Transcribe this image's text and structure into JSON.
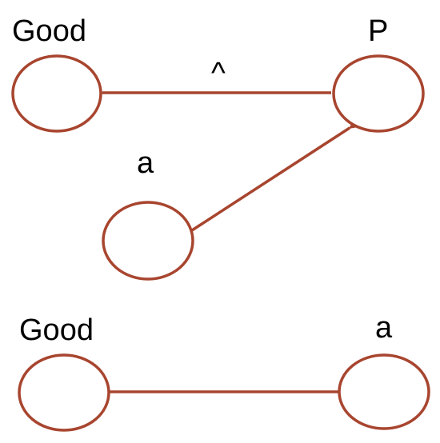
{
  "diagram": {
    "stroke_color": "#a8452f",
    "labels": {
      "good_top": "Good",
      "p": "P",
      "caret": "^",
      "a_middle": "a",
      "good_bottom": "Good",
      "a_bottom": "a"
    },
    "nodes": [
      {
        "id": "good-top",
        "label": "Good"
      },
      {
        "id": "p",
        "label": "P"
      },
      {
        "id": "a-middle",
        "label": "a"
      },
      {
        "id": "good-bottom",
        "label": "Good"
      },
      {
        "id": "a-bottom",
        "label": "a"
      }
    ],
    "edges": [
      {
        "from": "p",
        "to": "good-top",
        "label": "^"
      },
      {
        "from": "a-middle",
        "to": "p",
        "label": ""
      },
      {
        "from": "a-bottom",
        "to": "good-bottom",
        "label": ""
      }
    ]
  }
}
